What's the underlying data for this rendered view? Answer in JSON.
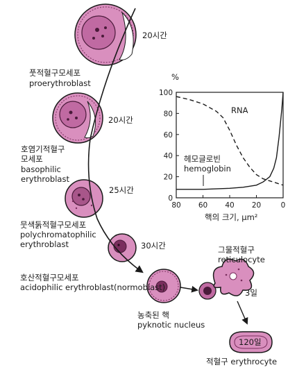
{
  "stages": [
    {
      "name_ko": "풋적혈구모세포",
      "name_en": "proerythroblast",
      "duration": "20시간"
    },
    {
      "name_ko": "호염기적혈구 모세포",
      "name_en": "basophilic erythroblast",
      "duration": "20시간"
    },
    {
      "name_ko": "뭇색둙적혈구모세포",
      "name_en": "polychromatophilic erythroblast",
      "duration": "25시간"
    },
    {
      "name_ko": "호산적혈구모세포",
      "name_en": "acidophilic erythroblast(normoblast)",
      "duration": "30시간"
    },
    {
      "name_ko": "그물적혈구",
      "name_en": "reticulocyte",
      "duration": "3일"
    },
    {
      "name_ko": "적혈구",
      "name_en": "erythrocyte",
      "duration": "120일"
    }
  ],
  "labels": {
    "stage1_duration": "20시간",
    "stage1_ko": "풋적혈구모세포",
    "stage1_en": "proerythroblast",
    "stage2_duration": "20시간",
    "stage2_ko_line1": "호염기적혈구",
    "stage2_ko_line2": "모세포",
    "stage2_en_line1": "basophilic",
    "stage2_en_line2": "erythroblast",
    "stage3_duration": "25시간",
    "stage3_ko": "뭇색둙적혈구모세포",
    "stage3_en_line1": "polychromatophilic",
    "stage3_en_line2": "erythroblast",
    "stage4_duration": "30시간",
    "stage4_ko": "호산적혈구모세포",
    "stage4_en": "acidophilic erythroblast(normoblast)",
    "reticulocyte_ko": "그물적혈구",
    "reticulocyte_en": "reticulocyte",
    "reticulocyte_duration": "3일",
    "nucleus_ko": "농축된 핵",
    "nucleus_en": "pyknotic nucleus",
    "erythrocyte_duration": "120일",
    "erythrocyte_label": "적혈구  erythrocyte"
  },
  "colors": {
    "cell_fill": "#d98fbe",
    "cell_dark": "#7a2e5e",
    "line": "#1a1a1a"
  },
  "chart_data": {
    "type": "line",
    "ylabel": "%",
    "xlabel": "핵의 크기, μm²",
    "xlim": [
      80,
      0
    ],
    "ylim": [
      0,
      100
    ],
    "x_ticks": [
      80,
      60,
      40,
      20,
      0
    ],
    "y_ticks": [
      0,
      20,
      40,
      60,
      80,
      100
    ],
    "series": [
      {
        "name": "RNA",
        "style": "dashed",
        "x": [
          80,
          70,
          60,
          50,
          45,
          40,
          35,
          30,
          25,
          20,
          15,
          10,
          5,
          0
        ],
        "y": [
          96,
          93,
          89,
          82,
          76,
          64,
          50,
          38,
          29,
          22,
          18,
          16,
          14,
          12
        ]
      },
      {
        "name": "헤모글로빈 hemoglobin",
        "style": "solid",
        "x": [
          80,
          60,
          40,
          30,
          20,
          15,
          10,
          7,
          5,
          3,
          1,
          0
        ],
        "y": [
          8,
          8,
          9,
          10,
          12,
          15,
          20,
          28,
          38,
          58,
          84,
          100
        ]
      }
    ],
    "annotations": {
      "rna": "RNA",
      "hb_ko": "헤모글로빈",
      "hb_en": "hemoglobin"
    }
  }
}
